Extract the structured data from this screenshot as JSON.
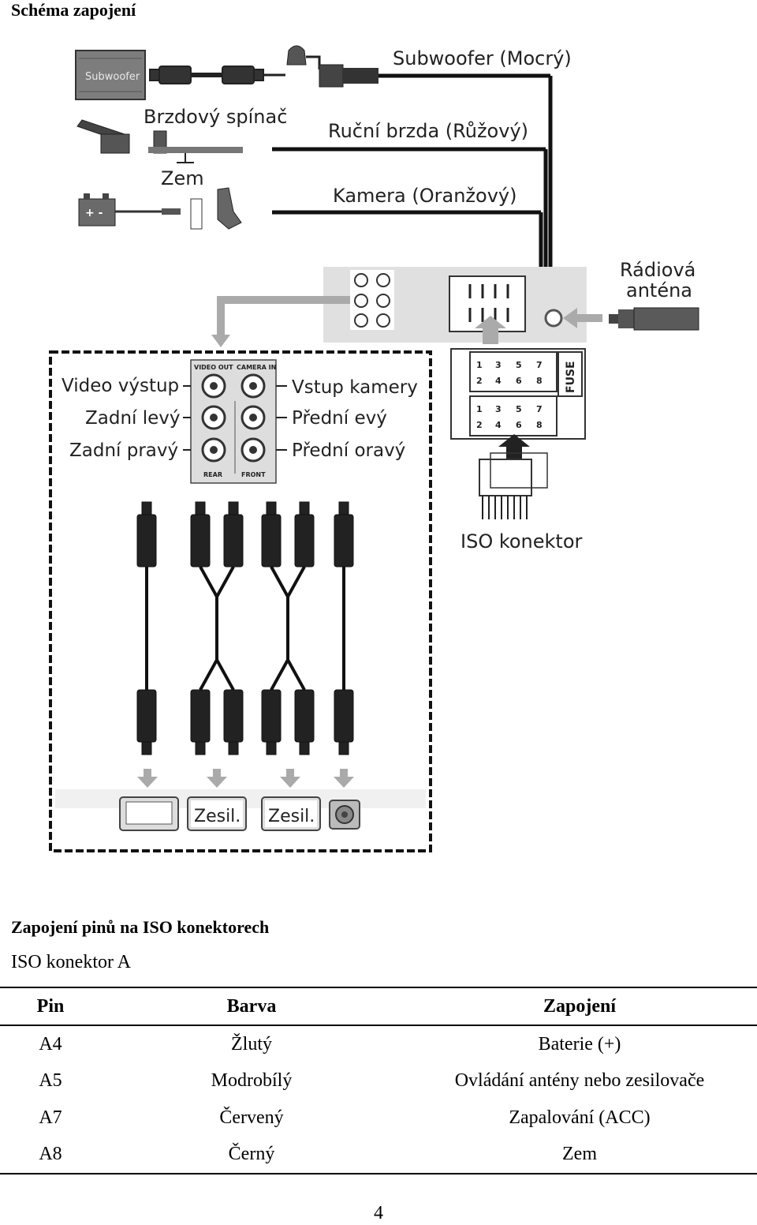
{
  "page": {
    "title": "Schéma zapojení",
    "page_number": "4"
  },
  "diagram": {
    "subwoofer_box": "Subwoofer",
    "subwoofer_wire": "Subwoofer (Mocrý)",
    "brake_switch": "Brzdový spínač",
    "ground": "Zem",
    "handbrake_wire": "Ruční brzda (Růžový)",
    "camera_wire": "Kamera (Oranžový)",
    "antenna_line1": "Rádiová",
    "antenna_line2": "anténa",
    "fuse": "FUSE",
    "iso_connector": "ISO konektor",
    "video_out": "Video výstup",
    "rear_left": "Zadní levý",
    "rear_right": "Zadní pravý",
    "camera_in": "Vstup kamery",
    "front_left": "Přední evý",
    "front_right": "Přední oravý",
    "panel_video_out": "VIDEO OUT",
    "panel_camera_in": "CAMERA IN",
    "panel_rear": "REAR",
    "panel_front": "FRONT",
    "amp1": "Zesil.",
    "amp2": "Zesil.",
    "pin_numbers": [
      "1",
      "2",
      "3",
      "4",
      "5",
      "6",
      "7",
      "8"
    ]
  },
  "section": {
    "title": "Zapojení pinů na ISO konektorech",
    "subtitle": "ISO konektor A"
  },
  "table": {
    "headers": [
      "Pin",
      "Barva",
      "Zapojení"
    ],
    "rows": [
      [
        "A4",
        "Žlutý",
        "Baterie (+)"
      ],
      [
        "A5",
        "Modrobílý",
        "Ovládání antény nebo zesilovače"
      ],
      [
        "A7",
        "Červený",
        "Zapalování (ACC)"
      ],
      [
        "A8",
        "Černý",
        "Zem"
      ]
    ]
  }
}
